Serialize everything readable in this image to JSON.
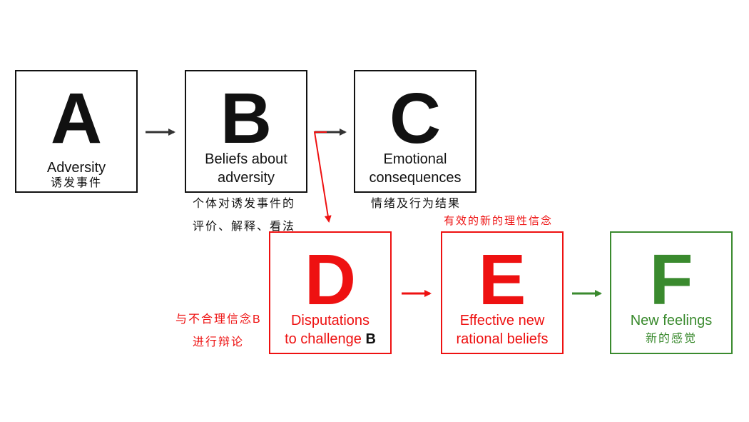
{
  "colors": {
    "black": "#111111",
    "red": "#ee1111",
    "green": "#3a8a2e"
  },
  "boxes": {
    "a": {
      "letter": "A",
      "label": "Adversity",
      "sub": "诱发事件"
    },
    "b": {
      "letter": "B",
      "label_line1": "Beliefs about",
      "label_line2": "adversity"
    },
    "c": {
      "letter": "C",
      "label_line1": "Emotional",
      "label_line2": "consequences"
    },
    "d": {
      "letter": "D",
      "label_line1": "Disputations",
      "label_line2_prefix": "to challenge ",
      "label_line2_bold": "B"
    },
    "e": {
      "letter": "E",
      "label_line1": "Effective new",
      "label_line2": "rational beliefs"
    },
    "f": {
      "letter": "F",
      "label": "New feelings",
      "sub": "新的感觉"
    }
  },
  "notes": {
    "b_line1": "个体对诱发事件的",
    "b_line2": "评价、解释、看法",
    "c": "情绪及行为结果",
    "d_line1": "与不合理信念B",
    "d_line2": "进行辩论",
    "e": "有效的新的理性信念"
  }
}
